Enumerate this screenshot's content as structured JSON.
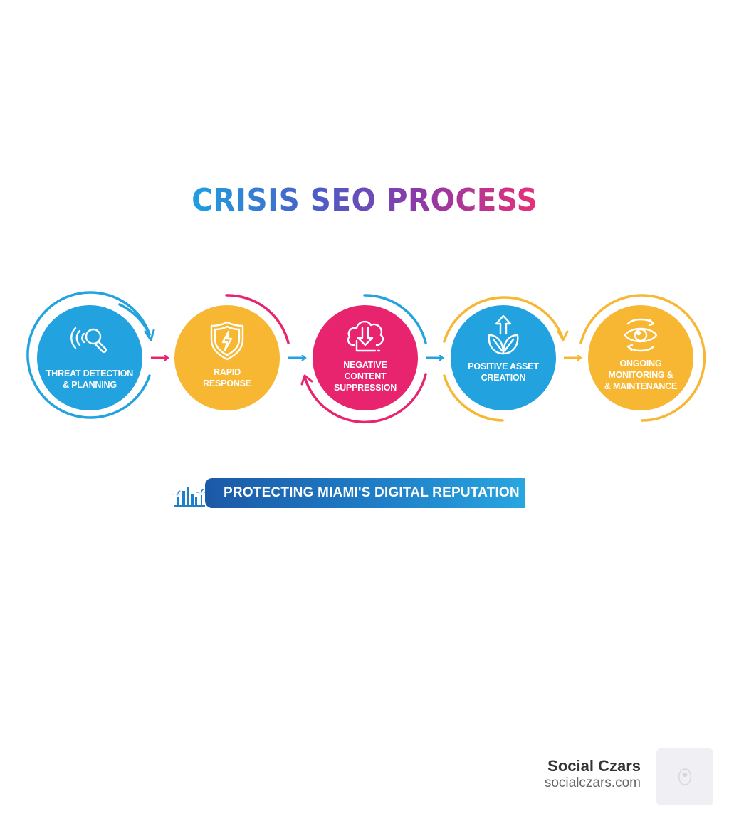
{
  "title": "CRISIS SEO PROCESS",
  "colors": {
    "blue": "#22a3e0",
    "yellow": "#f7b733",
    "pink": "#e8246e",
    "title_gradient": [
      "#1ea0e0",
      "#4a5fc8",
      "#8a3aa8",
      "#e8307a"
    ],
    "banner_gradient": [
      "#1c5aa8",
      "#28a6e0"
    ]
  },
  "steps": [
    {
      "label": "THREAT DETECTION & PLANNING",
      "lines": [
        "THREAT DETECTION",
        "& PLANNING"
      ],
      "icon": "radar-search-icon",
      "color": "#22a3e0"
    },
    {
      "label": "RAPID RESPONSE",
      "lines": [
        "RAPID",
        "RESPONSE"
      ],
      "icon": "shield-lightning-icon",
      "color": "#f7b733"
    },
    {
      "label": "NEGATIVE CONTENT SUPPRESSION",
      "lines": [
        "NEGATIVE",
        "CONTENT",
        "SUPPRESSION"
      ],
      "icon": "cloud-download-icon",
      "color": "#e8246e"
    },
    {
      "label": "POSITIVE ASSET CREATION",
      "lines": [
        "POSITIVE ASSET",
        "CREATION"
      ],
      "icon": "sprout-arrow-up-icon",
      "color": "#22a3e0"
    },
    {
      "label": "ONGOING MONITORING & & MAINTENANCE",
      "lines": [
        "ONGOING",
        "MONITORING &",
        "& MAINTENANCE"
      ],
      "icon": "eye-cycle-icon",
      "color": "#f7b733"
    }
  ],
  "banner": {
    "text": "PROTECTING MIAMI'S DIGITAL REPUTATION",
    "icon": "miami-skyline-icon"
  },
  "brand": {
    "name": "Social Czars",
    "url": "socialczars.com",
    "logo": "bear-logo-icon"
  }
}
